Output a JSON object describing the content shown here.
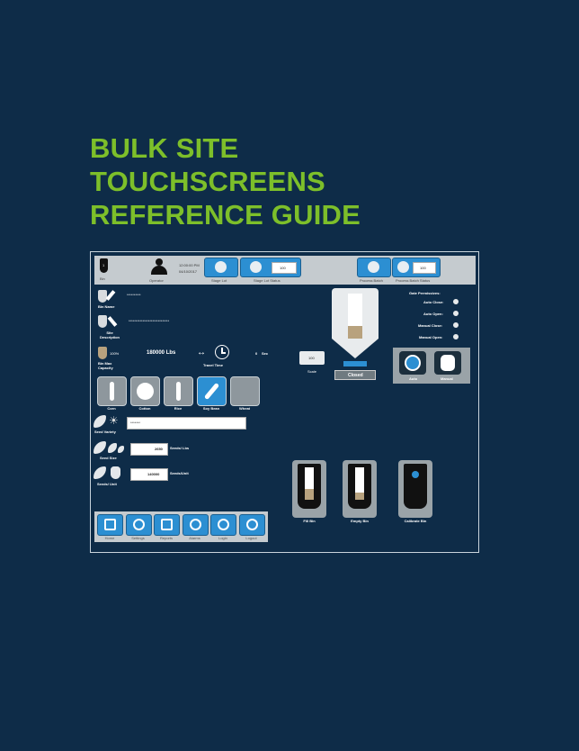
{
  "title": {
    "line1": "BULK SITE",
    "line2": "TOUCHSCREENS",
    "line3": "REFERENCE GUIDE"
  },
  "topbar": {
    "bin_number": "1",
    "bin_label": "Bin",
    "operator_label": "Operator",
    "time": "12:00:00 PM",
    "date": "04/10/2017",
    "stage_lot_label": "Stage Lot",
    "stage_lot_status_label": "Stage Lot Status",
    "stage_lot_status_value": "100",
    "process_batch_label": "Process Batch",
    "process_batch_status_label": "Process Batch Status",
    "process_batch_status_value": "100"
  },
  "fields": {
    "bin_name_label": "Bin Name",
    "bin_name_value": "**********",
    "site_description_label": "Site Description",
    "site_description_value": "*****************************",
    "bin_max_capacity_label": "Bin Max Capacity",
    "capacity_percent": "100%",
    "capacity_value": "180000 Lbs",
    "travel_time_label": "Travel Time",
    "travel_time_value": "0",
    "travel_time_unit": "Sec"
  },
  "crops": [
    {
      "label": "Corn"
    },
    {
      "label": "Cotton"
    },
    {
      "label": "Rice"
    },
    {
      "label": "Soy Bean"
    },
    {
      "label": "Wheat"
    }
  ],
  "seed": {
    "variety_label": "Seed Variety",
    "variety_value": "*******",
    "size_label": "Seed Size",
    "size_value": "2650",
    "size_unit": "Seeds/ Lbs",
    "per_unit_label": "Seeds/ Unit",
    "per_unit_value": "140000",
    "per_unit_unit": "Seeds/Unit"
  },
  "nav": [
    {
      "label": "Home"
    },
    {
      "label": "Settings"
    },
    {
      "label": "Reports"
    },
    {
      "label": "Alarms"
    },
    {
      "label": "Login"
    },
    {
      "label": "Logout"
    }
  ],
  "bin": {
    "scale_value": "100",
    "scale_label": "Scale",
    "gate_status": "Closed"
  },
  "gate": {
    "header": "Gate Permissives:",
    "auto_close": "Auto Close:",
    "auto_open": "Auto Open:",
    "manual_close": "Manual Close:",
    "manual_open": "Manual Open:",
    "auto_label": "Auto",
    "manual_label": "Manual"
  },
  "actions": [
    {
      "label": "Fill Bin"
    },
    {
      "label": "Empty Bin"
    },
    {
      "label": "Calibrate Bin"
    }
  ],
  "colors": {
    "background": "#0e2c48",
    "title_green": "#7dbf2a",
    "button_blue": "#2c8fd2",
    "bin_fill": "#b8a27e"
  }
}
